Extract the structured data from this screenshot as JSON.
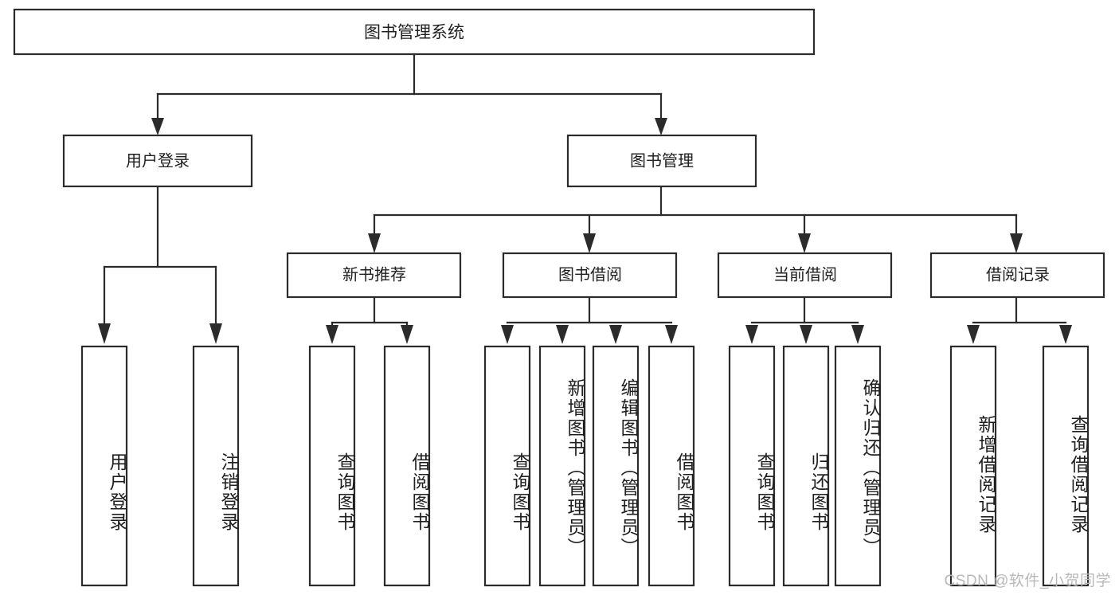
{
  "diagram": {
    "type": "hierarchy-tree",
    "title": "图书管理系统",
    "orientation": "top-down",
    "colors": {
      "stroke": "#2b2b2b",
      "box_fill": "#ffffff",
      "text": "#1f1f1f",
      "background": "#ffffff",
      "watermark": "#b9b9b9"
    },
    "root": {
      "label": "图书管理系统"
    },
    "level2": [
      {
        "label": "用户登录"
      },
      {
        "label": "图书管理"
      }
    ],
    "level3": [
      {
        "label": "新书推荐"
      },
      {
        "label": "图书借阅"
      },
      {
        "label": "当前借阅"
      },
      {
        "label": "借阅记录"
      }
    ],
    "leaves": {
      "user_login": [
        {
          "label": "用户登录"
        },
        {
          "label": "注销登录"
        }
      ],
      "new_book_recommend": [
        {
          "label": "查询图书"
        },
        {
          "label": "借阅图书"
        }
      ],
      "book_borrow": [
        {
          "label": "查询图书"
        },
        {
          "label": "新增图书（管理员）"
        },
        {
          "label": "编辑图书（管理员）"
        },
        {
          "label": "借阅图书"
        }
      ],
      "current_borrow": [
        {
          "label": "查询图书"
        },
        {
          "label": "归还图书"
        },
        {
          "label": "确认归还（管理员）"
        }
      ],
      "borrow_record": [
        {
          "label": "新增借阅记录"
        },
        {
          "label": "查询借阅记录"
        }
      ]
    },
    "watermark": "CSDN @软件_小贺同学"
  }
}
